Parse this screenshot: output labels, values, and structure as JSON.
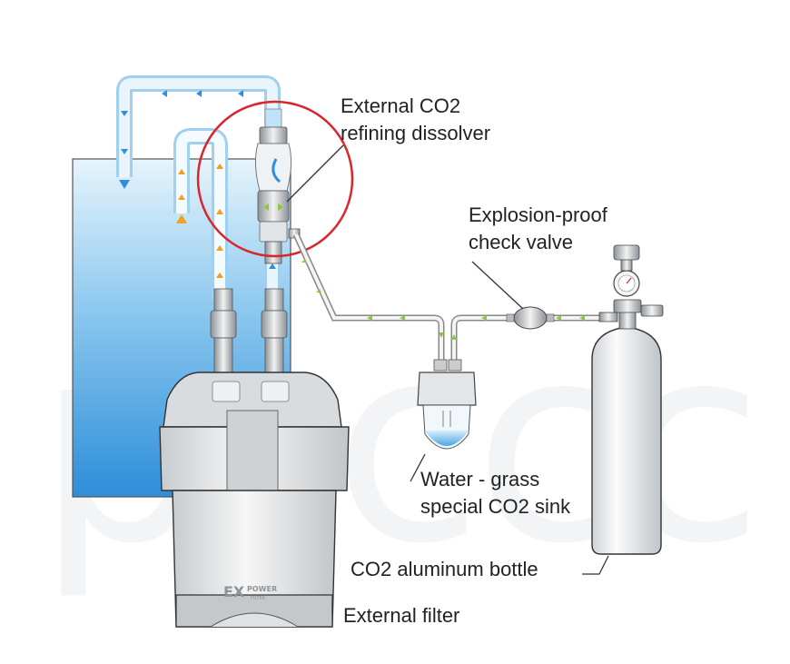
{
  "labels": {
    "dissolver": [
      "External CO2",
      "refining dissolver"
    ],
    "check_valve": [
      "Explosion-proof",
      "check valve"
    ],
    "sink": [
      "Water - grass",
      "special CO2 sink"
    ],
    "bottle": "CO2 aluminum bottle",
    "filter": "External filter"
  },
  "filter_brand": {
    "big": "EX",
    "small": "POWER",
    "sub": "FILTER"
  },
  "watermark": "psccc",
  "colors": {
    "water_top": "#e6f4fc",
    "water_bottom": "#2d8ed8",
    "highlight_circle": "#d9262c",
    "flow_arrow_in": "#f0a020",
    "flow_arrow_out": "#2f8fdc",
    "gas_arrow": "#8dc63f"
  }
}
